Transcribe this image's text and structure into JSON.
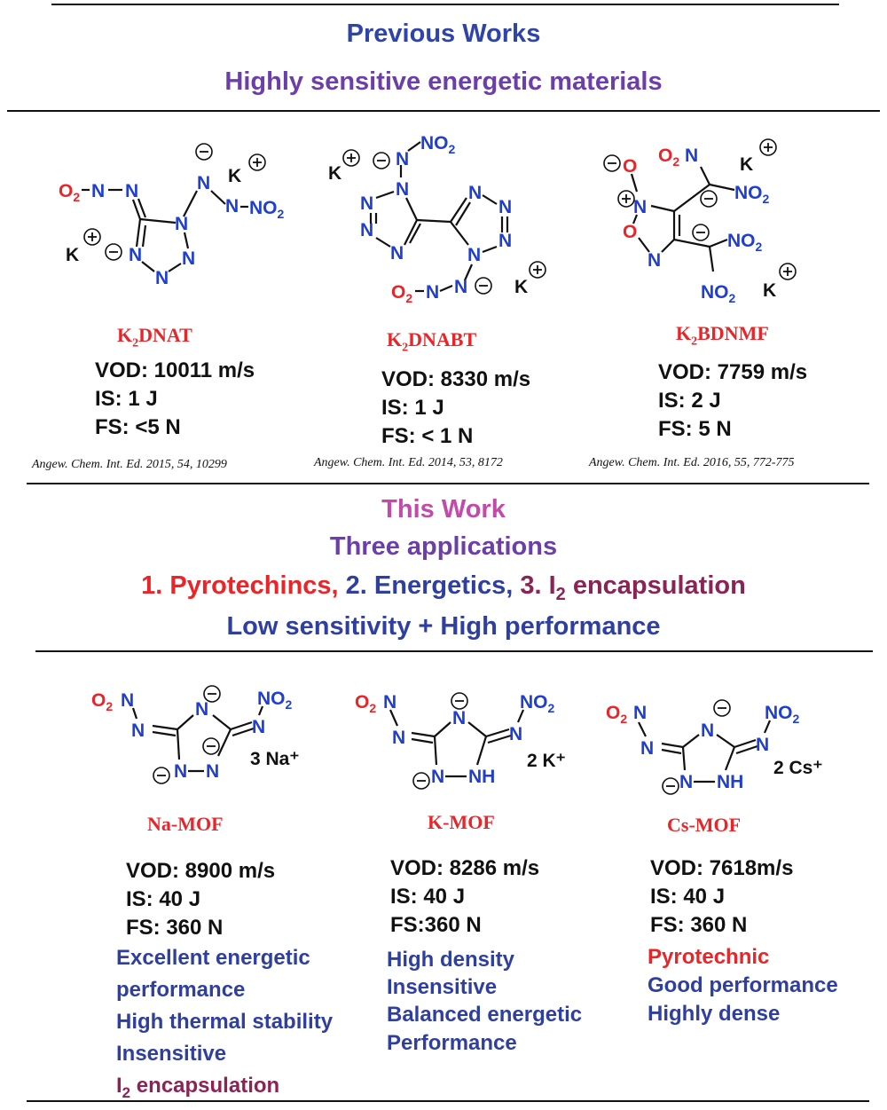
{
  "previous": {
    "title": "Previous Works",
    "subtitle": "Highly sensitive energetic materials",
    "compounds": [
      {
        "name_prefix": "K",
        "name_sub": "2",
        "name_suffix": "DNAT",
        "vod": "VOD: 10011 m/s",
        "is": "IS: 1 J",
        "fs": "FS: <5 N",
        "ref_journal": "Angew. Chem. Int. Ed.",
        "ref_detail": " 2015, 54, 10299"
      },
      {
        "name_prefix": "K",
        "name_sub": "2",
        "name_suffix": "DNABT",
        "vod": "VOD: 8330 m/s",
        "is": "IS: 1 J",
        "fs": "FS: < 1 N",
        "ref_journal": "Angew. Chem. Int. Ed.",
        "ref_detail": " 2014, 53, 8172"
      },
      {
        "name_prefix": "K",
        "name_sub": "2",
        "name_suffix": "BDNMF",
        "vod": "VOD: 7759 m/s",
        "is": "IS: 2 J",
        "fs": "FS: 5 N",
        "ref_journal": "Angew. Chem. Int. Ed.",
        "ref_detail": " 2016, 55, 772-775"
      }
    ]
  },
  "this_work": {
    "title": "This Work",
    "subtitle": "Three applications",
    "apps": {
      "a1": "1. Pyrotechincs, ",
      "a2": "2. Energetics, ",
      "a3_pre": "3. I",
      "a3_sub": "2",
      "a3_post": " encapsulation"
    },
    "tagline": "Low sensitivity + High performance",
    "mofs": [
      {
        "name": "Na-MOF",
        "vod": "VOD: 8900 m/s",
        "is": "IS: 40 J",
        "fs": "FS: 360 N",
        "features": [
          "Excellent energetic",
          "performance",
          "High thermal stability",
          "Insensitive"
        ],
        "extra_pre": "I",
        "extra_sub": "2",
        "extra_post": " encapsulation",
        "counter_ion": "3 Na⁺"
      },
      {
        "name": "K-MOF",
        "vod": "VOD: 8286 m/s",
        "is": "IS: 40 J",
        "fs": "FS:360  N",
        "features": [
          "High density",
          "Insensitive",
          "Balanced energetic",
          "Performance"
        ],
        "counter_ion": "2 K⁺"
      },
      {
        "name": "Cs-MOF",
        "vod": "VOD: 7618m/s",
        "is": "IS: 40 J",
        "fs": "FS: 360 N",
        "feature_red": "Pyrotechnic",
        "features": [
          "Good performance",
          "Highly dense"
        ],
        "counter_ion": "2 Cs⁺"
      }
    ]
  },
  "atoms": {
    "N": "N",
    "O": "O",
    "K": "K",
    "NO2_pre": "NO",
    "NO2_sub": "2",
    "O2_pre": "O",
    "O2_sub": "2",
    "N_dash": "N",
    "NH": "NH"
  },
  "colors": {
    "red": "#e8262a",
    "navy": "#2f3fa0",
    "purple": "#6b3ea8",
    "pink": "#c24aa8",
    "maroon": "#8a2455",
    "nitrogen": "#1f3fd0"
  }
}
